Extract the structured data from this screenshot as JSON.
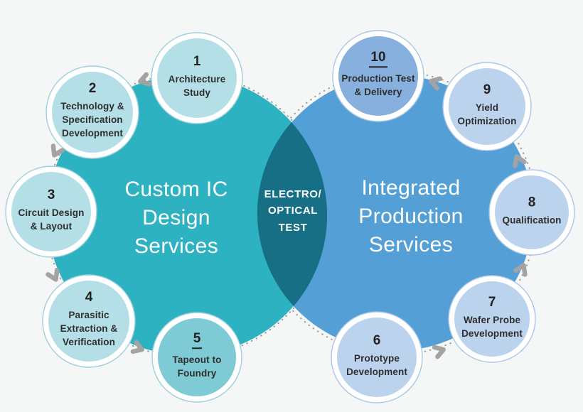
{
  "diagram": {
    "left_circle": {
      "title": "Custom IC\nDesign\nServices",
      "color": "#2cb2c0"
    },
    "right_circle": {
      "title": "Integrated\nProduction\nServices",
      "color": "#539fd6"
    },
    "overlap": {
      "label": "ELECTRO/\nOPTICAL\nTEST",
      "color": "#176f86"
    },
    "steps": [
      {
        "number": "1",
        "label": "Architecture\nStudy",
        "group": "design",
        "underlined": false,
        "fill": "#b5dfe7"
      },
      {
        "number": "2",
        "label": "Technology &\nSpecification\nDevelopment",
        "group": "design",
        "underlined": false,
        "fill": "#b5dfe7"
      },
      {
        "number": "3",
        "label": "Circuit Design\n& Layout",
        "group": "design",
        "underlined": false,
        "fill": "#b5dfe7"
      },
      {
        "number": "4",
        "label": "Parasitic\nExtraction &\nVerification",
        "group": "design",
        "underlined": false,
        "fill": "#b5dfe7"
      },
      {
        "number": "5",
        "label": "Tapeout to\nFoundry",
        "group": "design",
        "underlined": true,
        "fill": "#7ecbd5"
      },
      {
        "number": "6",
        "label": "Prototype\nDevelopment",
        "group": "production",
        "underlined": false,
        "fill": "#bcd3ee"
      },
      {
        "number": "7",
        "label": "Wafer Probe\nDevelopment",
        "group": "production",
        "underlined": false,
        "fill": "#bcd3ee"
      },
      {
        "number": "8",
        "label": "Qualification",
        "group": "production",
        "underlined": false,
        "fill": "#bcd3ee"
      },
      {
        "number": "9",
        "label": "Yield\nOptimization",
        "group": "production",
        "underlined": false,
        "fill": "#bcd3ee"
      },
      {
        "number": "10",
        "label": "Production Test\n& Delivery",
        "group": "production",
        "underlined": true,
        "fill": "#88b0de"
      }
    ],
    "flow": {
      "icon": "chevron-arrow-icon",
      "arrow_color": "#a3a3a3",
      "path_style": "dotted",
      "path_color": "#949a9c",
      "ring_tint_left": "#9fd0da",
      "ring_tint_right": "#aac7e6",
      "background": "#f5f6f6"
    }
  }
}
